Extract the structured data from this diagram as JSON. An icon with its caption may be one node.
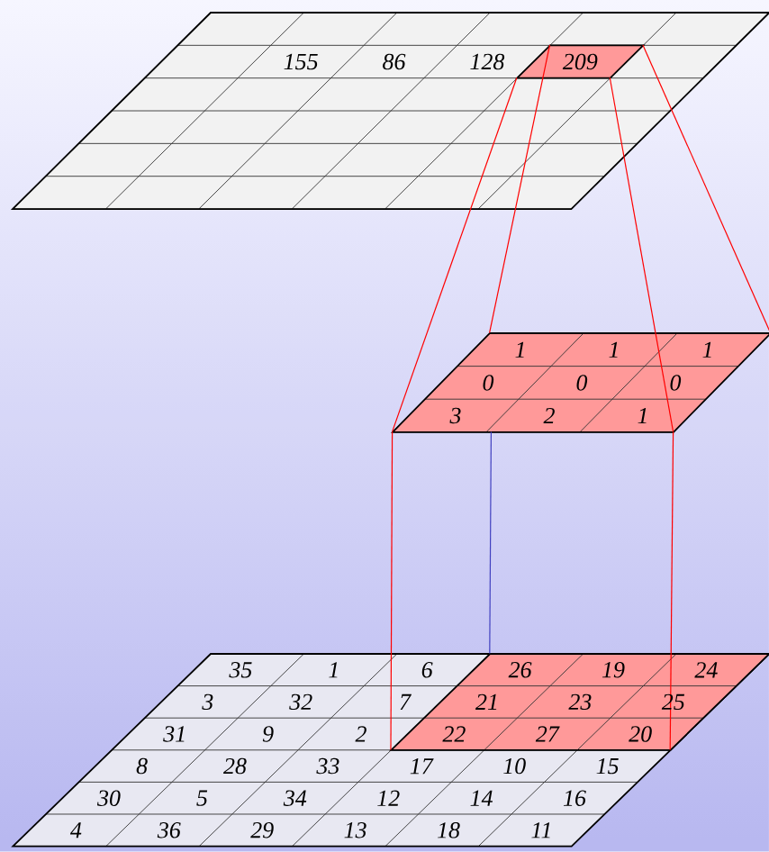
{
  "diagram": {
    "nodes": [
      {
        "text": [
          "155",
          "86",
          "128"
        ]
      },
      {
        "text": [
          "209"
        ],
        "in": 0
      },
      {
        "text": [
          "1",
          "1",
          "1",
          "0",
          "0",
          "0",
          "3",
          "2",
          "1"
        ]
      },
      {
        "text": [
          "35",
          "1",
          "6",
          "3",
          "32",
          "7",
          "31",
          "9",
          "2",
          "8",
          "28",
          "33",
          "17",
          "10",
          "15",
          "30",
          "5",
          "34",
          "12",
          "14",
          "16",
          "4",
          "36",
          "29",
          "13",
          "18",
          "11"
        ]
      },
      {
        "text": [
          "26",
          "19",
          "24",
          "21",
          "23",
          "25",
          "22",
          "27",
          "20"
        ],
        "in": 3
      }
    ],
    "edges": [
      {
        "from": 1,
        "to": 2,
        "arrow": "none"
      },
      {
        "from": 1,
        "to": 2,
        "arrow": "none"
      },
      {
        "from": 1,
        "to": 2,
        "arrow": "none"
      },
      {
        "from": 1,
        "to": 2,
        "arrow": "none"
      },
      {
        "from": 2,
        "to": 4,
        "arrow": "none"
      },
      {
        "from": 2,
        "to": 4,
        "arrow": "none"
      },
      {
        "from": 2,
        "to": 4,
        "arrow": "none",
        "color": "#4040c0"
      }
    ]
  }
}
